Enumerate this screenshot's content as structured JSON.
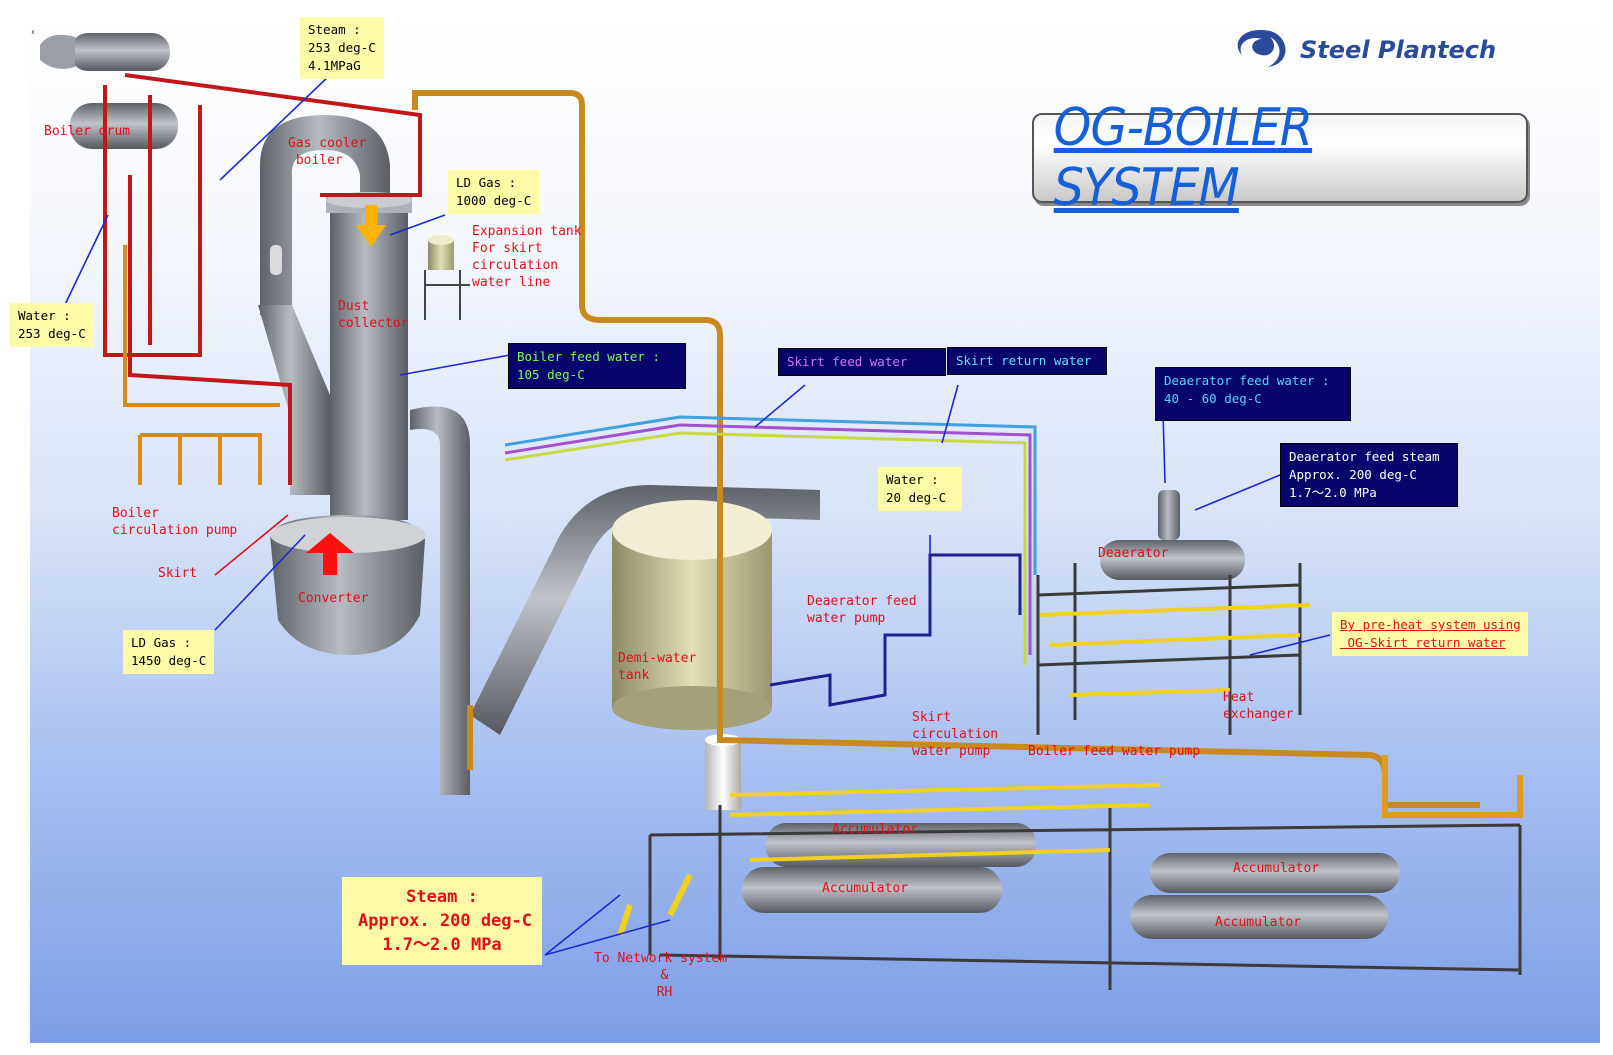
{
  "title": "OG-BOILER SYSTEM",
  "brand": {
    "name": "Steel Plantech",
    "color": "#2a4a9a",
    "logo_icon": "swirl-logo-icon"
  },
  "corner_mark": "‹",
  "colors": {
    "steam_pipe": "#c8891e",
    "hot_pipe": "#c01818",
    "feed_pipe": "#f0d020",
    "skirt_feed": "#a050d0",
    "skirt_return": "#40a0e0",
    "equipment": "#8a8e94"
  },
  "info_boxes": {
    "steam_drum": "Steam :\n253 deg-C\n4.1MPaG",
    "ld_gas_top": "LD Gas :\n1000 deg-C",
    "water_253": "Water :\n253 deg-C",
    "boiler_feed_water": "Boiler feed water :\n105 deg-C",
    "skirt_feed_water": "Skirt feed water",
    "skirt_return_water": "Skirt return water",
    "deaerator_feed_water": "Deaerator feed water :\n40 - 60 deg-C",
    "deaerator_feed_steam": "Deaerator feed steam\nApprox. 200 deg-C\n1.7～2.0 MPa",
    "water_20": "Water :\n20 deg-C",
    "preheat": "By pre-heat system using\n OG-Skirt return water",
    "ld_gas_bottom": "LD Gas :\n1450 deg-C",
    "steam_network": "Steam :\nApprox. 200 deg-C\n1.7～2.0 MPa"
  },
  "labels": {
    "boiler_drum": "Boiler drum",
    "gas_cooler": "Gas cooler\n boiler",
    "dust_collector": "Dust\ncollector",
    "expansion_tank": "Expansion tank\nFor skirt\ncirculation\nwater line",
    "boiler_circ_pump": "Boiler\ncirculation pump",
    "skirt": "Skirt",
    "converter": "Converter",
    "demi_water_tank": "Demi-water\ntank",
    "deaerator_pump": "Deaerator feed\nwater pump",
    "deaerator": "Deaerator",
    "skirt_circ_pump": "Skirt\ncirculation\nwater pump",
    "boiler_feed_pump": "Boiler feed water pump",
    "heat_exchanger": "Heat\nexchanger",
    "accumulator_1": "Accumulator",
    "accumulator_2": "Accumulator",
    "accumulator_3": "Accumulator",
    "accumulator_4": "Accumulator",
    "to_network": "To Network system\n &\n RH"
  }
}
